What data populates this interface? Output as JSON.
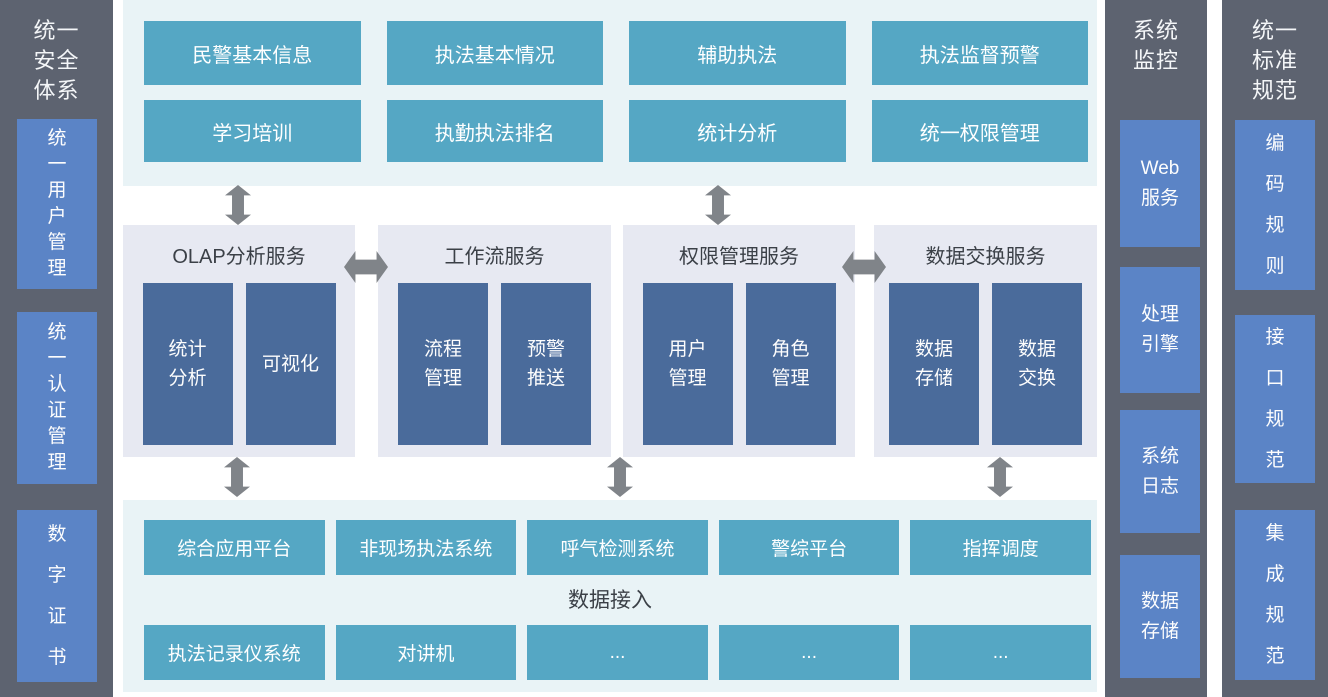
{
  "colors": {
    "sidebar_bg": "#5d6370",
    "sidebar_block": "#5b84c6",
    "cyan_panel_bg": "#e9f3f6",
    "teal_block": "#55a7c4",
    "service_panel_bg": "#e7e9f2",
    "service_sub_block": "#4a6b9b",
    "arrow": "#808489",
    "dark_text": "#3b4047",
    "white_text": "#ffffff"
  },
  "security_sidebar": {
    "title": "统一\n安全\n体系",
    "items": [
      "统\n一\n用\n户\n管\n理",
      "统\n一\n认\n证\n管\n理",
      "数\n字\n证\n书"
    ]
  },
  "top_modules": [
    "民警基本信息",
    "执法基本情况",
    "辅助执法",
    "执法监督预警",
    "学习培训",
    "执勤执法排名",
    "统计分析",
    "统一权限管理"
  ],
  "services": [
    {
      "title": "OLAP分析服务",
      "children": [
        "统计\n分析",
        "可视化"
      ]
    },
    {
      "title": "工作流服务",
      "children": [
        "流程\n管理",
        "预警\n推送"
      ]
    },
    {
      "title": "权限管理服务",
      "children": [
        "用户\n管理",
        "角色\n管理"
      ]
    },
    {
      "title": "数据交换服务",
      "children": [
        "数据\n存储",
        "数据\n交换"
      ]
    }
  ],
  "bottom_panel": {
    "row1": [
      "综合应用平台",
      "非现场执法系统",
      "呼气检测系统",
      "警综平台",
      "指挥调度"
    ],
    "label": "数据接入",
    "row2": [
      "执法记录仪系统",
      "对讲机",
      "...",
      "...",
      "..."
    ]
  },
  "monitor_sidebar": {
    "title": "系统\n监控",
    "items": [
      "Web\n服务",
      "处理\n引擎",
      "系统\n日志",
      "数据\n存储"
    ]
  },
  "standard_sidebar": {
    "title": "统一\n标准\n规范",
    "items": [
      "编\n码\n规\n则",
      "接\n口\n规\n范",
      "集\n成\n规\n范"
    ]
  }
}
